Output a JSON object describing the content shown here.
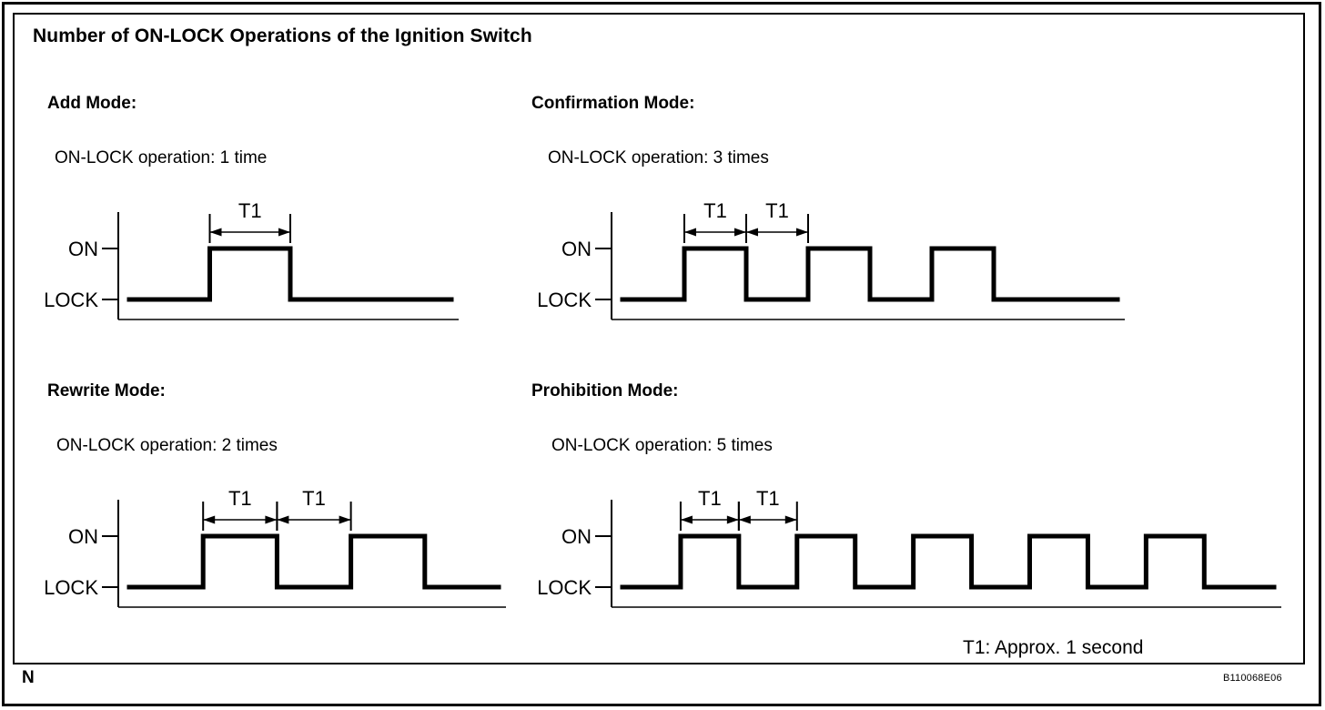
{
  "figure": {
    "title": "Number of ON-LOCK Operations of the Ignition Switch",
    "t1_note": "T1: Approx. 1 second",
    "figure_code": "B110068E06",
    "page_mark": "N",
    "level_labels": {
      "high": "ON",
      "low": "LOCK"
    },
    "interval_label": "T1",
    "line_color": "#000000",
    "background_color": "#ffffff"
  },
  "chart_data": {
    "type": "line",
    "title": "Number of ON-LOCK Operations of the Ignition Switch",
    "xlabel": "",
    "ylabel": "",
    "y_levels": [
      "LOCK",
      "ON"
    ],
    "annotation": "T1: Approx. 1 second",
    "grid": false,
    "legend": "none",
    "panels": [
      {
        "id": "add",
        "mode": "Add Mode:",
        "operation": "ON-LOCK operation: 1 time",
        "pulse_count": 1,
        "t1_markers": 1,
        "waveform": [
          {
            "level": "LOCK",
            "duration": 1
          },
          {
            "level": "ON",
            "duration": 1
          },
          {
            "level": "LOCK",
            "duration": 2
          }
        ]
      },
      {
        "id": "confirmation",
        "mode": "Confirmation Mode:",
        "operation": "ON-LOCK operation: 3 times",
        "pulse_count": 3,
        "t1_markers": 2,
        "waveform": [
          {
            "level": "LOCK",
            "duration": 1
          },
          {
            "level": "ON",
            "duration": 1
          },
          {
            "level": "LOCK",
            "duration": 1
          },
          {
            "level": "ON",
            "duration": 1
          },
          {
            "level": "LOCK",
            "duration": 1
          },
          {
            "level": "ON",
            "duration": 1
          },
          {
            "level": "LOCK",
            "duration": 2
          }
        ]
      },
      {
        "id": "rewrite",
        "mode": "Rewrite Mode:",
        "operation": "ON-LOCK operation: 2 times",
        "pulse_count": 2,
        "t1_markers": 2,
        "waveform": [
          {
            "level": "LOCK",
            "duration": 1
          },
          {
            "level": "ON",
            "duration": 1
          },
          {
            "level": "LOCK",
            "duration": 1
          },
          {
            "level": "ON",
            "duration": 1
          },
          {
            "level": "LOCK",
            "duration": 1
          }
        ]
      },
      {
        "id": "prohibition",
        "mode": "Prohibition Mode:",
        "operation": "ON-LOCK operation: 5 times",
        "pulse_count": 5,
        "t1_markers": 2,
        "waveform": [
          {
            "level": "LOCK",
            "duration": 1
          },
          {
            "level": "ON",
            "duration": 1
          },
          {
            "level": "LOCK",
            "duration": 1
          },
          {
            "level": "ON",
            "duration": 1
          },
          {
            "level": "LOCK",
            "duration": 1
          },
          {
            "level": "ON",
            "duration": 1
          },
          {
            "level": "LOCK",
            "duration": 1
          },
          {
            "level": "ON",
            "duration": 1
          },
          {
            "level": "LOCK",
            "duration": 1
          },
          {
            "level": "ON",
            "duration": 1
          },
          {
            "level": "LOCK",
            "duration": 1.2
          }
        ]
      }
    ]
  }
}
